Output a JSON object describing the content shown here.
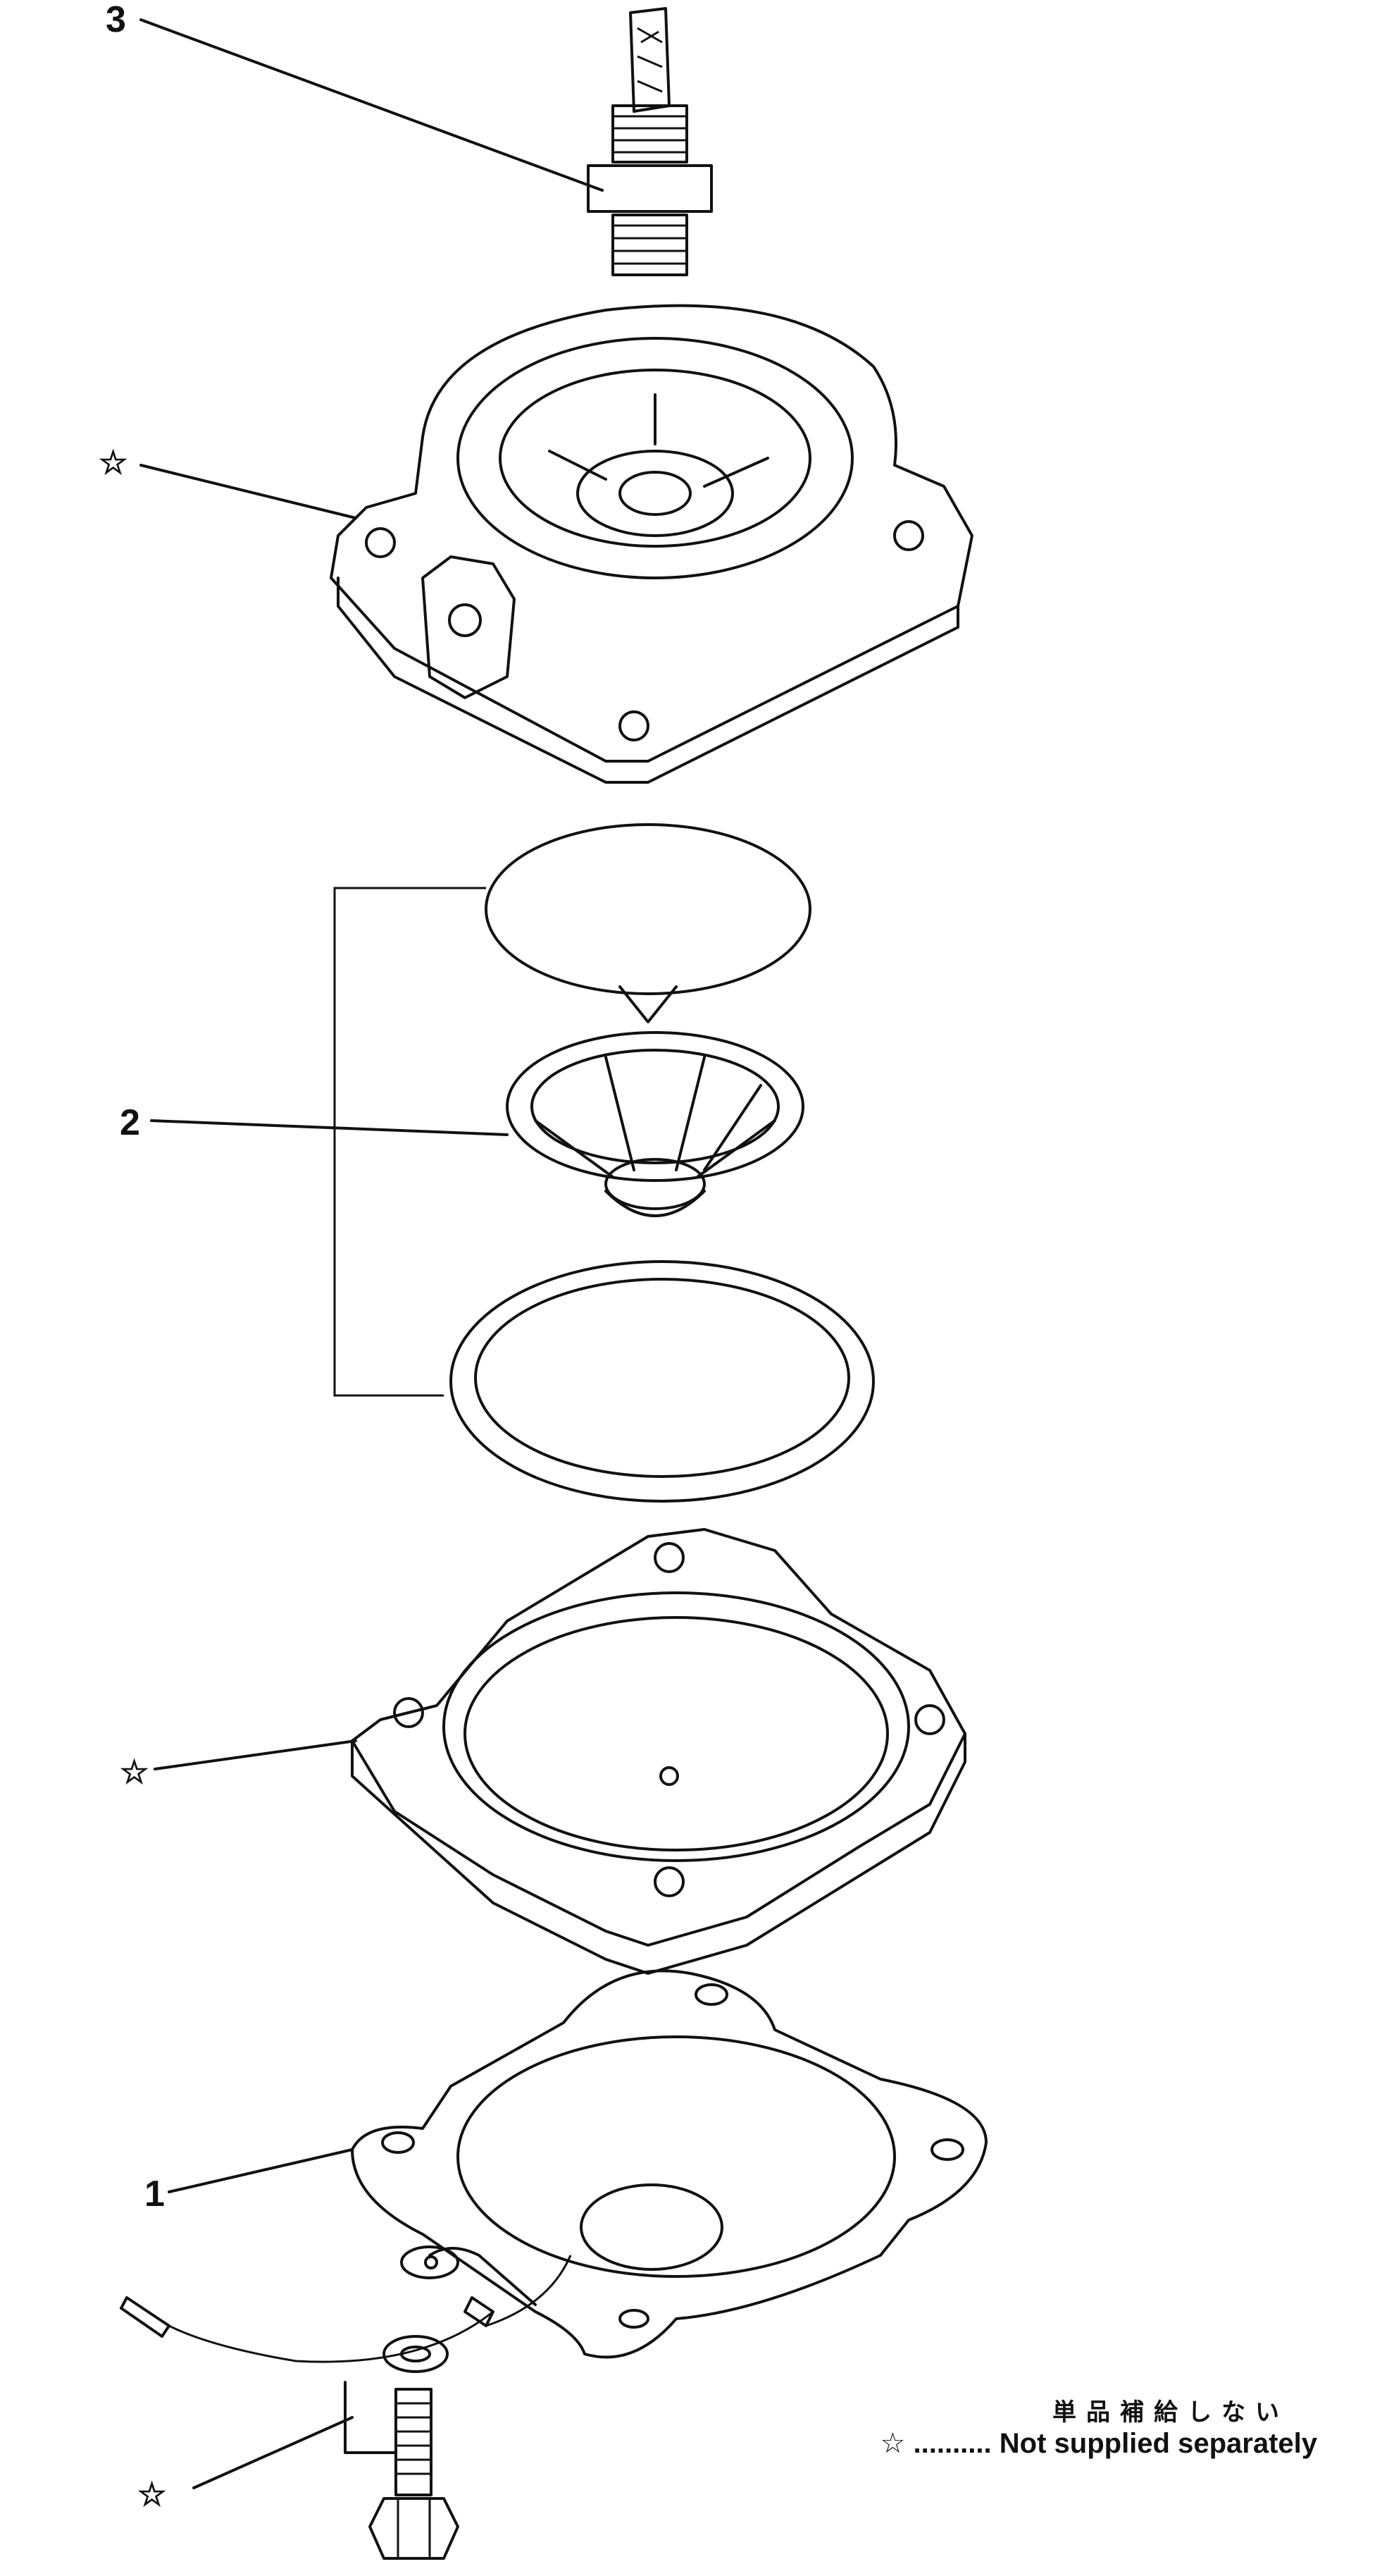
{
  "callouts": {
    "part_3": "3",
    "housing_star": "☆",
    "part_2": "2",
    "base_star": "☆",
    "part_1": "1",
    "bolt_star": "☆"
  },
  "legend": {
    "japanese": "単品補給しない",
    "star_symbol": "☆",
    "dots": "..........",
    "english": "Not supplied separately"
  }
}
